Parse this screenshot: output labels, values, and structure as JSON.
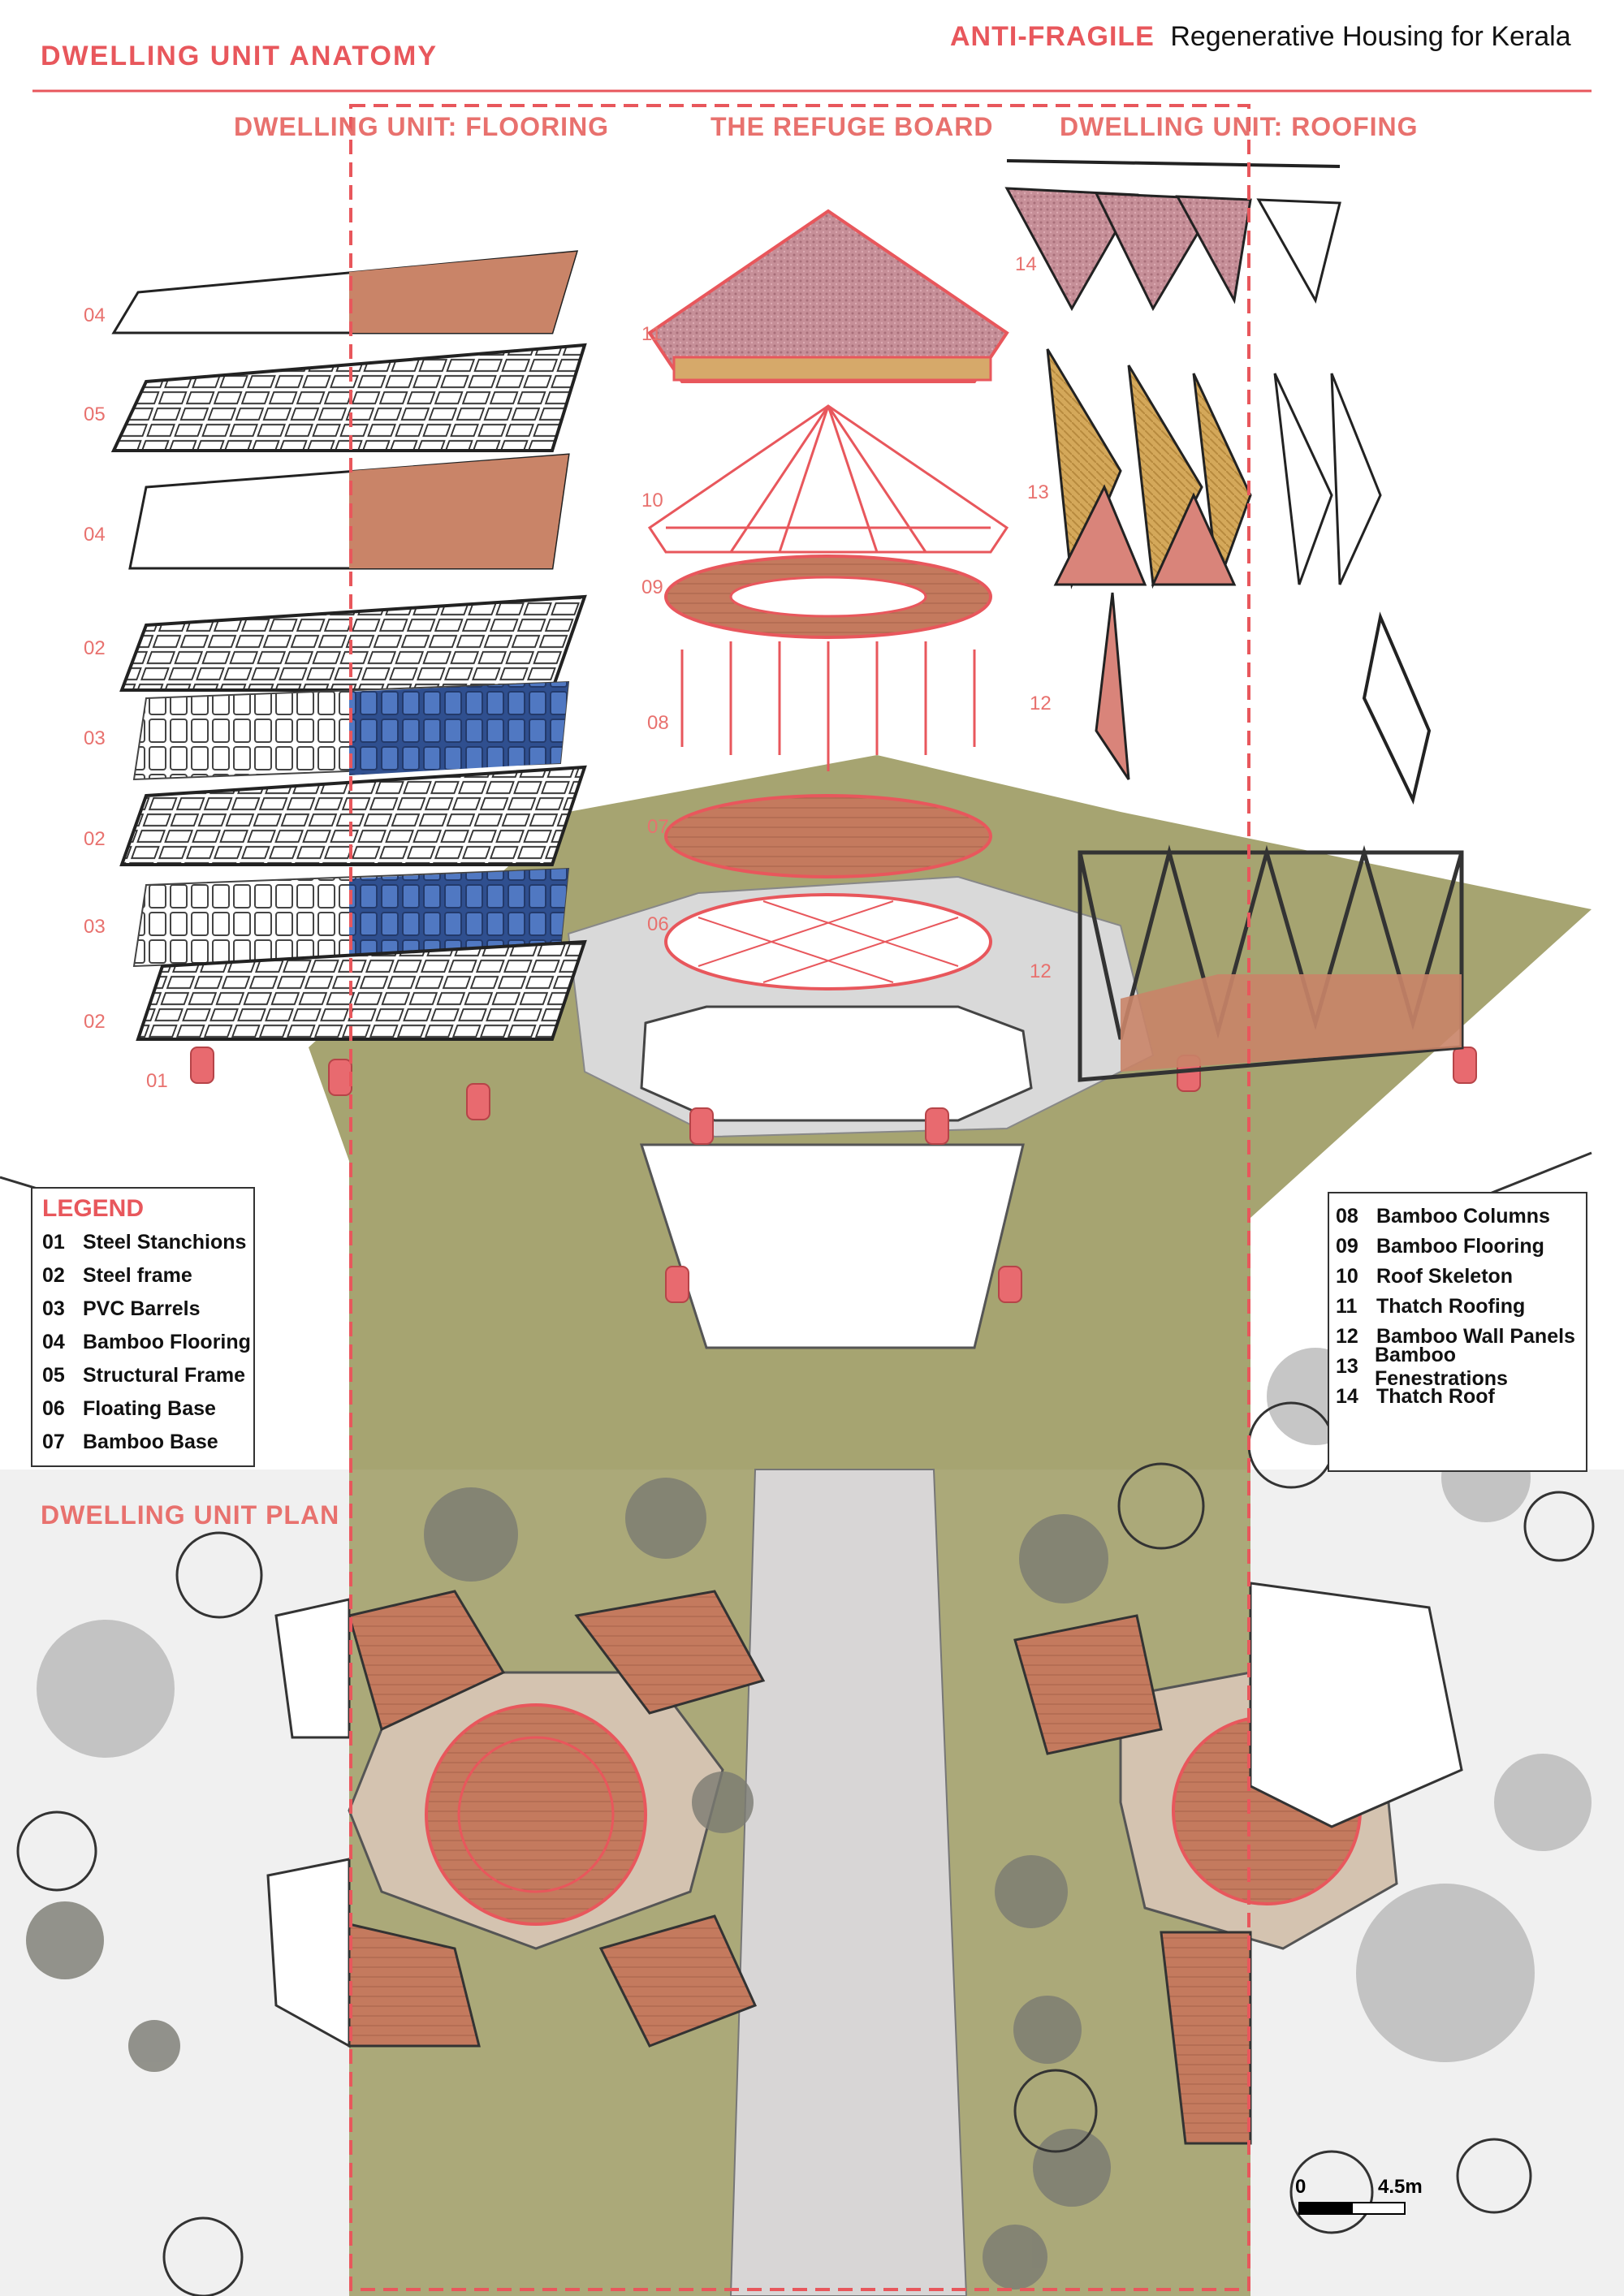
{
  "header": {
    "title": "DWELLING UNIT ANATOMY",
    "project_tag": "ANTI-FRAGILE",
    "project_subtitle": "Regenerative Housing for Kerala"
  },
  "sections": {
    "flooring": "DWELLING UNIT: FLOORING",
    "refuge": "THE REFUGE BOARD",
    "roofing": "DWELLING UNIT: ROOFING",
    "plan": "DWELLING UNIT PLAN"
  },
  "flooring_labels": [
    "04",
    "05",
    "04",
    "02",
    "03",
    "02",
    "03",
    "02",
    "01"
  ],
  "refuge_labels": [
    "11",
    "10",
    "09",
    "08",
    "07",
    "06"
  ],
  "roofing_labels": [
    "14",
    "13",
    "12",
    "12"
  ],
  "legend": {
    "title": "LEGEND",
    "items": [
      {
        "n": "01",
        "label": "Steel Stanchions"
      },
      {
        "n": "02",
        "label": "Steel frame"
      },
      {
        "n": "03",
        "label": "PVC Barrels"
      },
      {
        "n": "04",
        "label": "Bamboo Flooring"
      },
      {
        "n": "05",
        "label": "Structural Frame"
      },
      {
        "n": "06",
        "label": "Floating Base"
      },
      {
        "n": "07",
        "label": "Bamboo Base"
      }
    ]
  },
  "legend2": {
    "items": [
      {
        "n": "08",
        "label": "Bamboo Columns"
      },
      {
        "n": "09",
        "label": "Bamboo Flooring"
      },
      {
        "n": "10",
        "label": "Roof Skeleton"
      },
      {
        "n": "11",
        "label": "Thatch Roofing"
      },
      {
        "n": "12",
        "label": "Bamboo Wall Panels"
      },
      {
        "n": "13",
        "label": "Bamboo Fenestrations"
      },
      {
        "n": "14",
        "label": "Thatch Roof"
      }
    ]
  },
  "scale": {
    "zero": "0",
    "value": "4.5m"
  },
  "colors": {
    "accent": "#e8575c",
    "wood": "#c67a5c",
    "barrel": "#4a6fb5",
    "grass": "#9c9a62",
    "thatch": "#c89098"
  }
}
